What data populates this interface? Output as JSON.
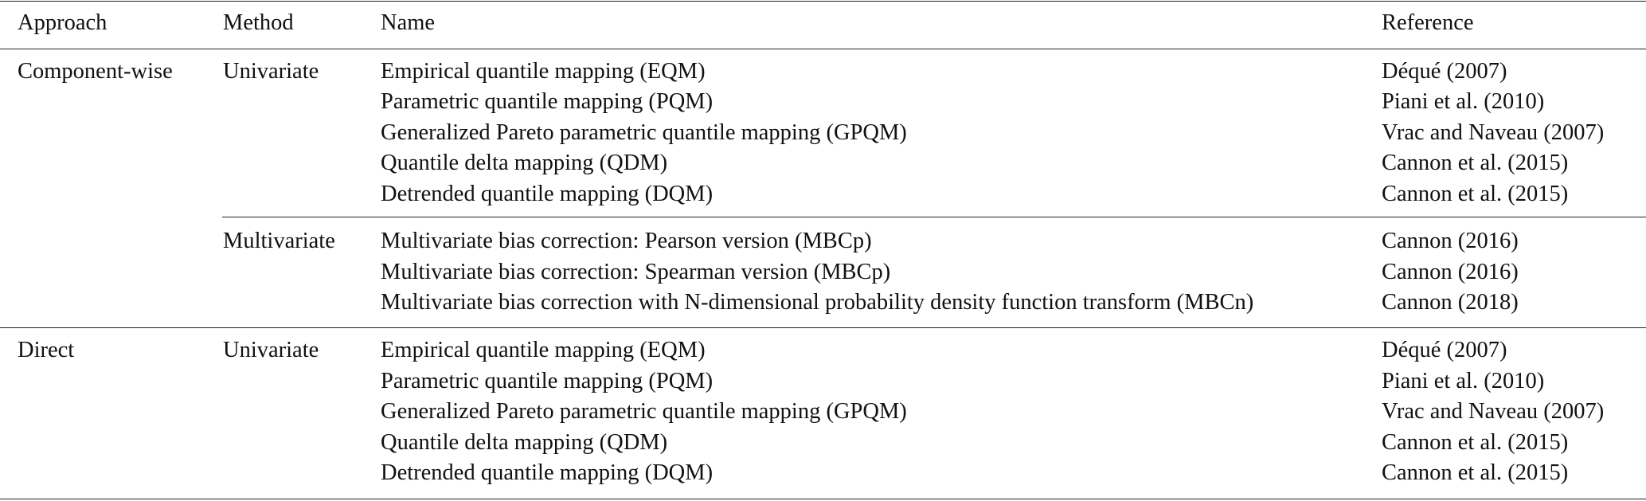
{
  "header": {
    "approach": "Approach",
    "method": "Method",
    "name": "Name",
    "reference": "Reference"
  },
  "groups": [
    {
      "approach": "Component-wise",
      "method": "Univariate",
      "rows": [
        {
          "name": "Empirical quantile mapping (EQM)",
          "reference": "Déqué (2007)"
        },
        {
          "name": "Parametric quantile mapping (PQM)",
          "reference": "Piani et al. (2010)"
        },
        {
          "name": "Generalized Pareto parametric quantile mapping (GPQM)",
          "reference": "Vrac and Naveau (2007)"
        },
        {
          "name": "Quantile delta mapping (QDM)",
          "reference": "Cannon et al. (2015)"
        },
        {
          "name": "Detrended quantile mapping (DQM)",
          "reference": "Cannon et al. (2015)"
        }
      ]
    },
    {
      "approach": "",
      "method": "Multivariate",
      "rows": [
        {
          "name": "Multivariate bias correction: Pearson version (MBCp)",
          "reference": "Cannon (2016)"
        },
        {
          "name": "Multivariate bias correction: Spearman version (MBCp)",
          "reference": "Cannon (2016)"
        },
        {
          "name": "Multivariate bias correction with N-dimensional probability density function transform (MBCn)",
          "reference": "Cannon (2018)"
        }
      ]
    },
    {
      "approach": "Direct",
      "method": "Univariate",
      "rows": [
        {
          "name": "Empirical quantile mapping (EQM)",
          "reference": "Déqué (2007)"
        },
        {
          "name": "Parametric quantile mapping (PQM)",
          "reference": "Piani et al. (2010)"
        },
        {
          "name": "Generalized Pareto parametric quantile mapping (GPQM)",
          "reference": "Vrac and Naveau (2007)"
        },
        {
          "name": "Quantile delta mapping (QDM)",
          "reference": "Cannon et al. (2015)"
        },
        {
          "name": "Detrended quantile mapping (DQM)",
          "reference": "Cannon et al. (2015)"
        }
      ]
    }
  ]
}
